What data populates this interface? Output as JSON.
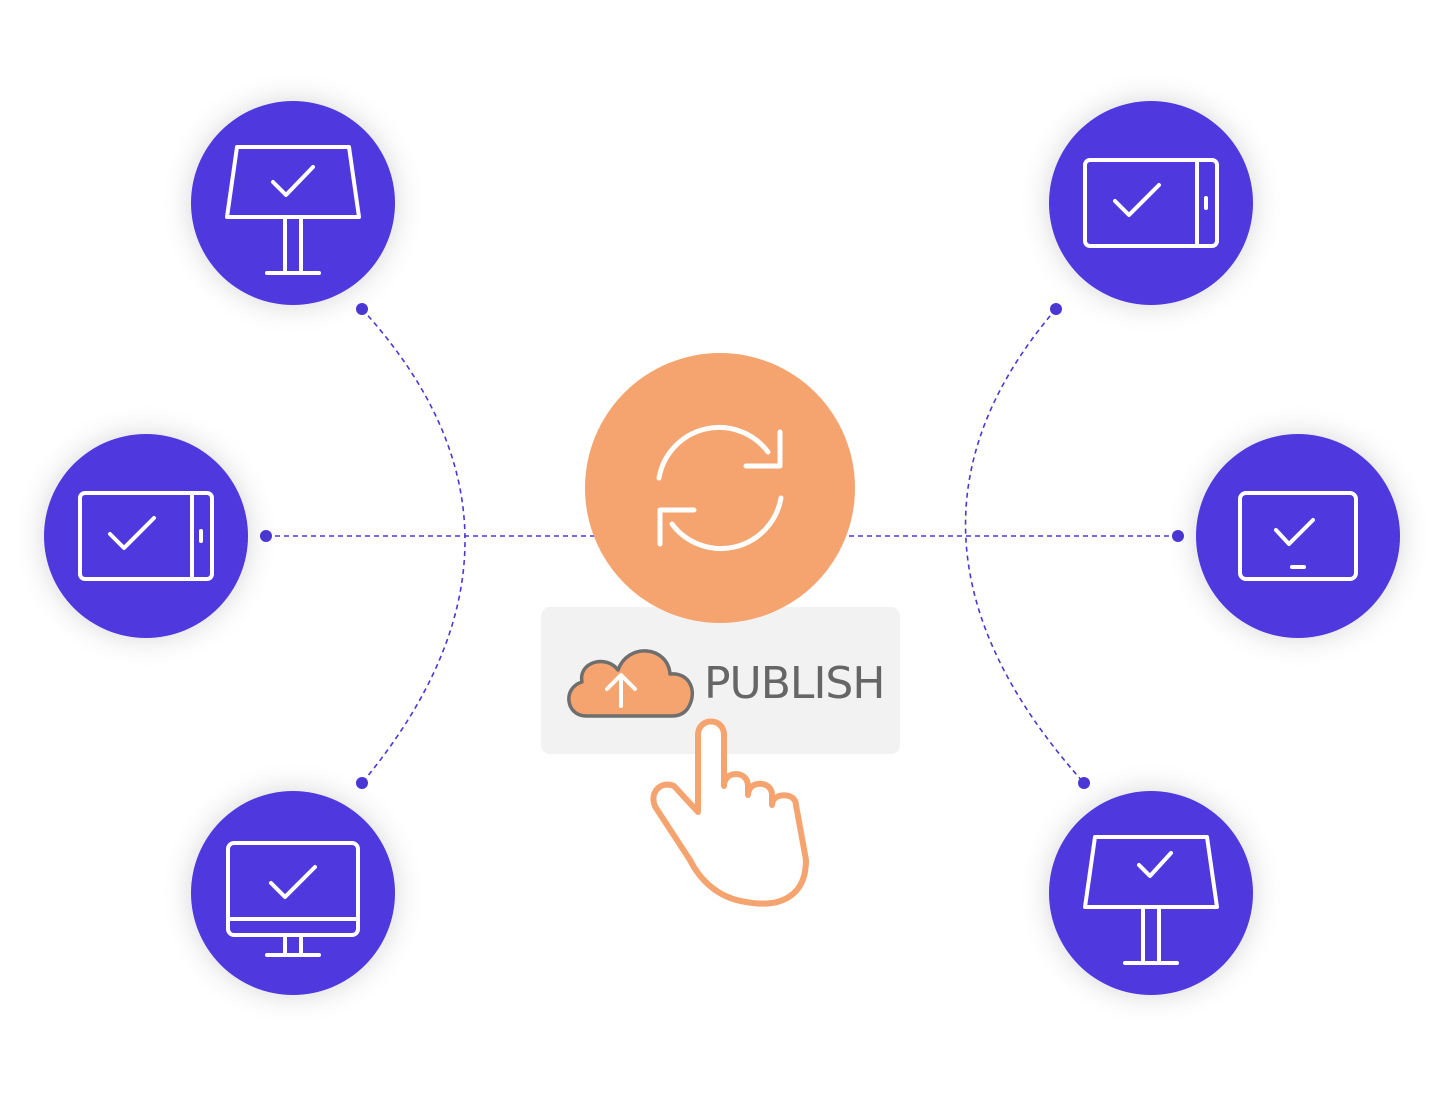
{
  "publish_button": {
    "label": "PUBLISH",
    "icon": "cloud-upload-icon"
  },
  "sync_hub": {
    "icon": "sync-arrows-icon"
  },
  "cursor": {
    "icon": "pointing-hand-icon"
  },
  "devices": [
    {
      "position": "top-left",
      "icon": "kiosk-stand-icon",
      "status": "check-icon"
    },
    {
      "position": "middle-left",
      "icon": "tablet-landscape-icon",
      "status": "check-icon"
    },
    {
      "position": "bottom-left",
      "icon": "desktop-monitor-icon",
      "status": "check-icon"
    },
    {
      "position": "top-right",
      "icon": "tablet-landscape-icon",
      "status": "check-icon"
    },
    {
      "position": "middle-right",
      "icon": "tv-screen-icon",
      "status": "check-icon"
    },
    {
      "position": "bottom-right",
      "icon": "kiosk-stand-icon",
      "status": "check-icon"
    }
  ],
  "colors": {
    "device_fill": "#5038DF",
    "hub_fill": "#F5A46F",
    "connector": "#4A37D6",
    "button_bg": "#F2F2F2",
    "label": "#666666",
    "hand_stroke": "#F5A46F"
  }
}
